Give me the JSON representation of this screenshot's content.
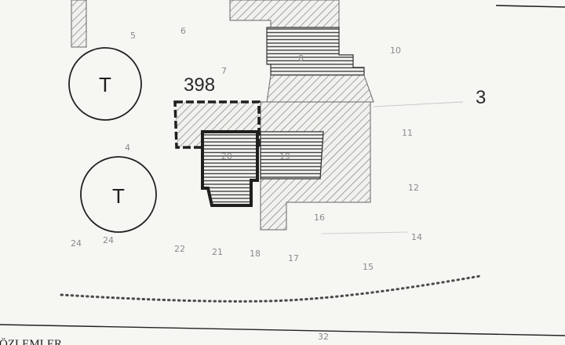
{
  "map": {
    "parcel_numbers": {
      "p5": "5",
      "p6": "6",
      "p7": "7",
      "p8": "8",
      "p10": "10",
      "p11": "11",
      "p12": "12",
      "p14": "14",
      "p15": "15",
      "p16": "16",
      "p17": "17",
      "p18": "18",
      "p19": "19",
      "p20": "20",
      "p21": "21",
      "p22": "22",
      "p4": "4",
      "p24a": "24",
      "p24b": "24",
      "p32": "32"
    },
    "block_number": "398",
    "section_number": "3",
    "tree_marker_top": "T",
    "tree_marker_bottom": "T",
    "footer_text": "ÖZLEMLER"
  },
  "colors": {
    "ink": "#2a2a2a",
    "hatch": "#6b6b6b",
    "paper": "#f6f6f3"
  }
}
